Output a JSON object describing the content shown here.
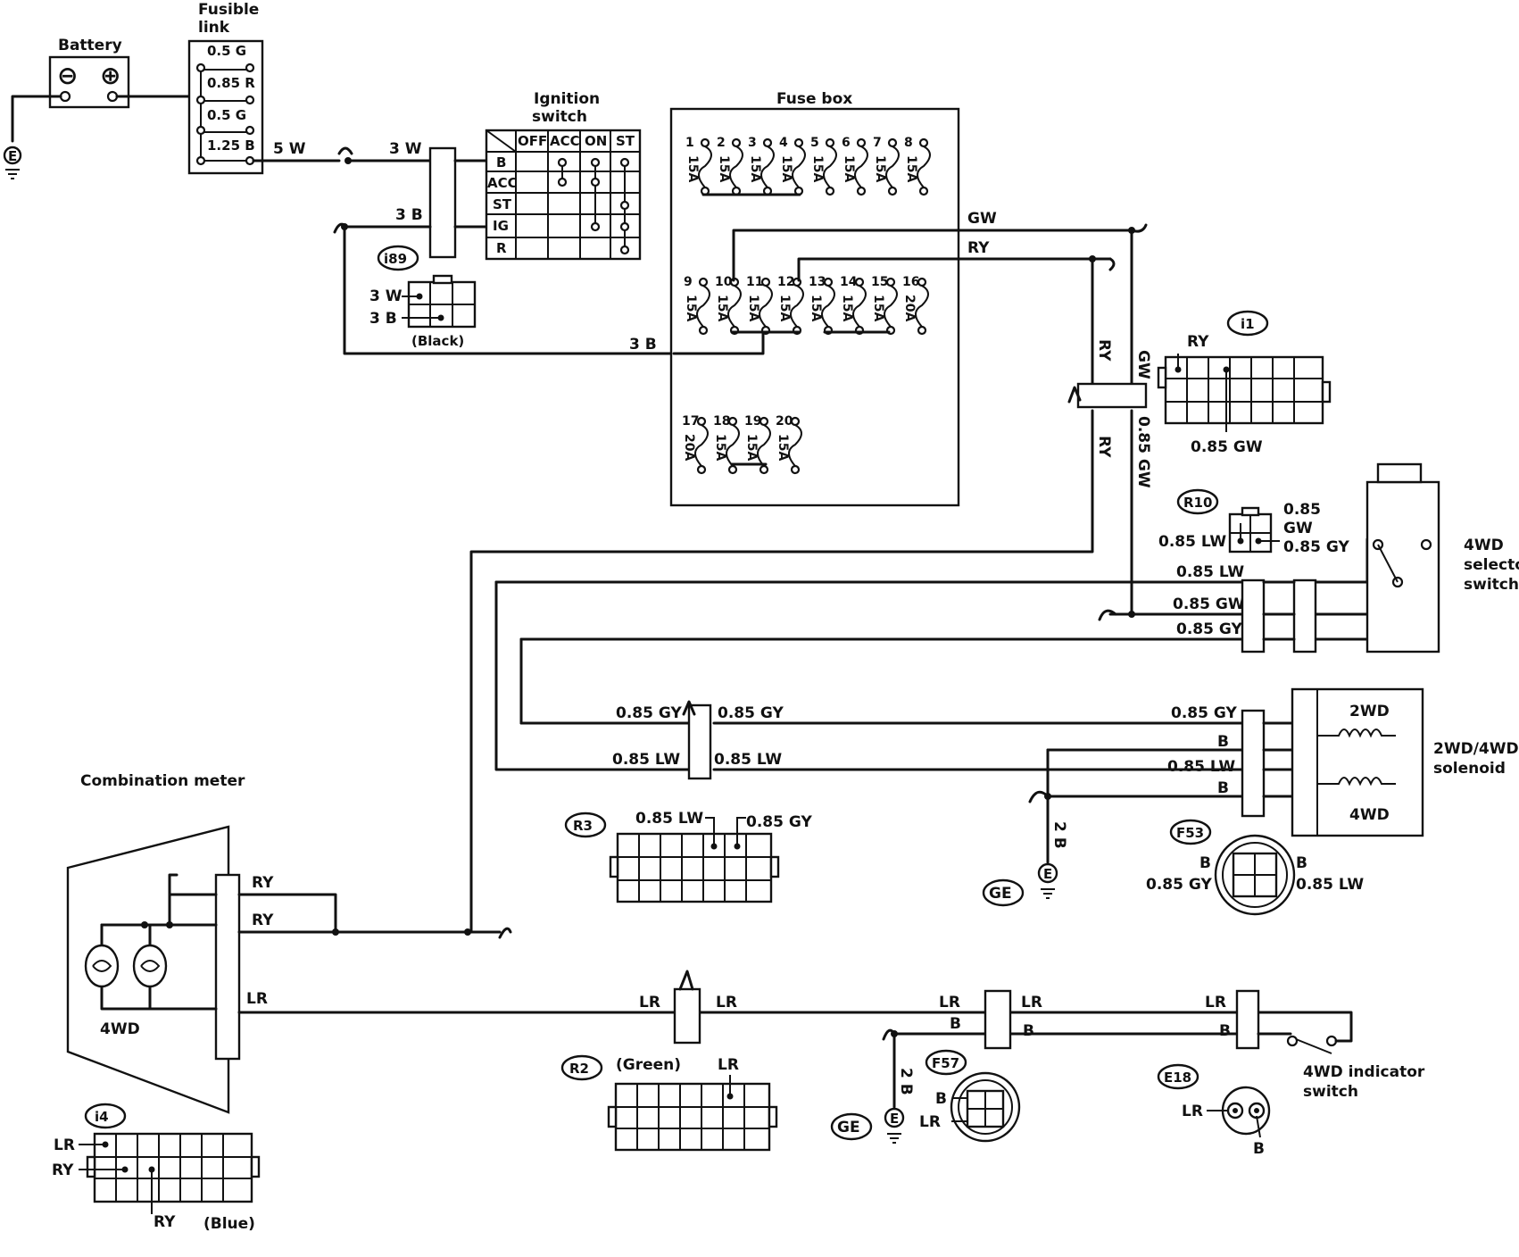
{
  "components": {
    "battery": {
      "label": "Battery",
      "neg": "⊖",
      "pos": "⊕"
    },
    "fusible_link": {
      "label_line1": "Fusible",
      "label_line2": "link",
      "links": [
        "0.5  G",
        "0.85  R",
        "0.5  G",
        "1.25  B"
      ]
    },
    "ignition_switch": {
      "label_line1": "Ignition",
      "label_line2": "switch",
      "columns": [
        "OFF",
        "ACC",
        "ON",
        "ST"
      ],
      "rows": [
        "B",
        "ACC",
        "ST",
        "IG",
        "R"
      ]
    },
    "fuse_box": {
      "label": "Fuse box",
      "fuses_row1": [
        {
          "n": "1",
          "a": "15A"
        },
        {
          "n": "2",
          "a": "15A"
        },
        {
          "n": "3",
          "a": "15A"
        },
        {
          "n": "4",
          "a": "15A"
        },
        {
          "n": "5",
          "a": "15A"
        },
        {
          "n": "6",
          "a": "15A"
        },
        {
          "n": "7",
          "a": "15A"
        },
        {
          "n": "8",
          "a": "15A"
        }
      ],
      "fuses_row2": [
        {
          "n": "9",
          "a": "15A"
        },
        {
          "n": "10",
          "a": "15A"
        },
        {
          "n": "11",
          "a": "15A"
        },
        {
          "n": "12",
          "a": "15A"
        },
        {
          "n": "13",
          "a": "15A"
        },
        {
          "n": "14",
          "a": "15A"
        },
        {
          "n": "15",
          "a": "15A"
        },
        {
          "n": "16",
          "a": "20A"
        }
      ],
      "fuses_row3": [
        {
          "n": "17",
          "a": "20A"
        },
        {
          "n": "18",
          "a": "15A"
        },
        {
          "n": "19",
          "a": "15A"
        },
        {
          "n": "20",
          "a": "15A"
        }
      ]
    },
    "selector_switch": {
      "line1": "4WD",
      "line2": "selector",
      "line3": "switch"
    },
    "solenoid": {
      "line1": "2WD/4WD",
      "line2": "solenoid",
      "coil1": "2WD",
      "coil2": "4WD"
    },
    "combination_meter": {
      "label": "Combination meter",
      "lamp": "4WD"
    },
    "indicator_switch": {
      "line1": "4WD indicator",
      "line2": "switch"
    }
  },
  "ground": {
    "symbol": "E",
    "badge": "GE"
  },
  "wires": {
    "w5": "5 W",
    "w3w": "3 W",
    "w3b": "3 B",
    "w3b_bottom": "3 B",
    "gw": "GW",
    "ry": "RY",
    "ry_v": "RY",
    "gw_v": "GW",
    "ry_v2": "RY",
    "gw085_v": "0.85 GW",
    "lw_sel": "0.85 LW",
    "gw_sel": "0.85 GW",
    "gy_sel": "0.85 GY",
    "gy_l": "0.85 GY",
    "gy_r": "0.85 GY",
    "lw_l": "0.85 LW",
    "lw_r": "0.85 LW",
    "gy_sol": "0.85 GY",
    "b_sol1": "B",
    "lw_sol": "0.85 LW",
    "b_sol2": "B",
    "b2_sol": "2 B",
    "ry_meter1": "RY",
    "ry_meter2": "RY",
    "lr_meter": "LR",
    "lr_r2_l": "LR",
    "lr_r2_r": "LR",
    "lr_f57_l": "LR",
    "b_f57_l": "B",
    "lr_f57_r": "LR",
    "b_f57_r": "B",
    "b2_f57": "2 B",
    "lr_e18": "LR",
    "b_e18": "B"
  },
  "connectors": {
    "i89": {
      "id": "i89",
      "pin1": "3 W",
      "pin2": "3 B",
      "color": "(Black)"
    },
    "i1": {
      "id": "i1",
      "pin_top": "RY",
      "pin_bottom": "0.85 GW"
    },
    "r10": {
      "id": "R10",
      "pin_top1": "0.85",
      "pin_top2": "GW",
      "pin_left": "0.85 LW",
      "pin_right": "0.85 GY"
    },
    "r3": {
      "id": "R3",
      "pin1": "0.85 LW",
      "pin2": "0.85  GY"
    },
    "f53": {
      "id": "F53",
      "tl": "B",
      "tr": "B",
      "bl": "0.85 GY",
      "br": "0.85  LW"
    },
    "r2": {
      "id": "R2",
      "color": "(Green)",
      "pin": "LR"
    },
    "f57": {
      "id": "F57",
      "p1": "B",
      "p2": "LR"
    },
    "e18": {
      "id": "E18",
      "p1": "LR",
      "p2": "B"
    },
    "i4": {
      "id": "i4",
      "p1": "LR",
      "p2": "RY",
      "p3": "RY",
      "color": "(Blue)"
    }
  },
  "colors": {
    "ink": "#111111",
    "paper": "#ffffff"
  }
}
